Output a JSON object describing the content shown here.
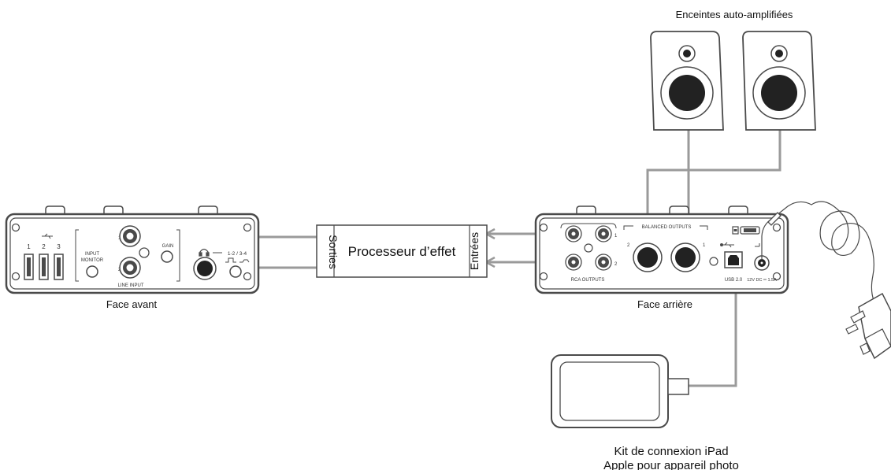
{
  "labels": {
    "speakers": "Enceintes auto-amplifiées",
    "front": "Face avant",
    "rear": "Face arrière",
    "ipad_line1": "Kit de connexion iPad",
    "ipad_line2": "Apple pour appareil photo"
  },
  "processor": {
    "title": "Processeur d’effet",
    "outputs": "Sorties",
    "inputs": "Entrées"
  },
  "front_panel": {
    "usb_numbers": [
      "1",
      "2",
      "3"
    ],
    "input_monitor": [
      "INPUT",
      "MONITOR"
    ],
    "gain": "GAIN",
    "line_input": "LINE INPUT",
    "input_1": "1",
    "input_2": "2",
    "phones_mode": "1-2 / 3-4"
  },
  "rear_panel": {
    "balanced_outputs": "BALANCED OUTPUTS",
    "rca_outputs": "RCA OUTPUTS",
    "usb": "USB 2.0",
    "power": "12V DC ═ 1.5A",
    "ch1": "1",
    "ch2": "2"
  },
  "colors": {
    "cable": "#9a9a9a",
    "outline": "#4a4a4a",
    "dark": "#222222"
  }
}
